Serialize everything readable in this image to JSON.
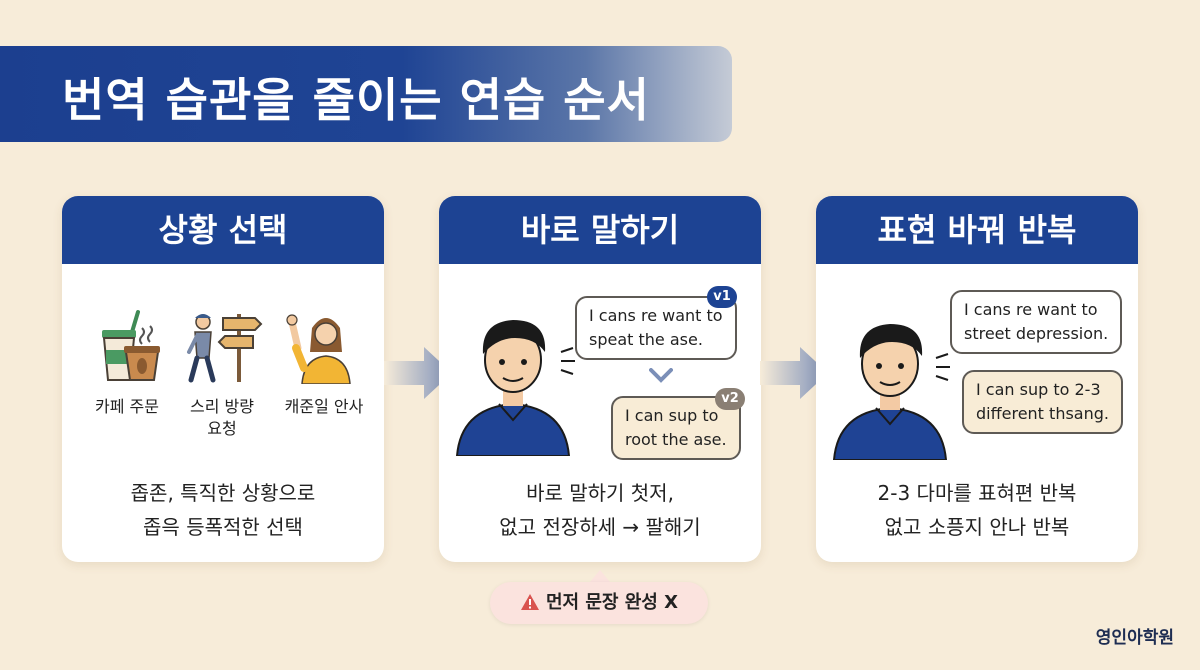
{
  "title": "번역 습관을 줄이는 연습 순서",
  "cards": [
    {
      "header": "상황 선택",
      "scenes": [
        "카페 주문",
        "스리 방량",
        "요청",
        "캐준일 안사"
      ],
      "caption": [
        "좁존, 특직한 상황으로",
        "좁윽 등폭적한 선택"
      ]
    },
    {
      "header": "바로 말하기",
      "bubbles": [
        {
          "badge": "v1",
          "lines": [
            "I cans re want to",
            "speat the ase."
          ]
        },
        {
          "badge": "v2",
          "lines": [
            "I can sup to",
            "root the ase."
          ]
        }
      ],
      "caption": [
        "바로 말하기 첫저,",
        "없고 전장하세 → 팔해기"
      ]
    },
    {
      "header": "표현 바꿔 반복",
      "bubbles": [
        {
          "lines": [
            "I cans re want to",
            "street depression."
          ]
        },
        {
          "lines": [
            "I can sup to 2-3",
            "different thsang."
          ]
        }
      ],
      "caption": [
        "2-3 다마를 표혀편 반복",
        "없고 소픙지 안나 반복"
      ]
    }
  ],
  "warning": "먼저 문장 완성 X",
  "brand": "영인아학원",
  "colors": {
    "background": "#f7ecd9",
    "primary": "#1d4393",
    "card": "#ffffff",
    "warning_bg": "#fbe3de",
    "warning_icon": "#d9534f",
    "arrow": "#8194bb"
  },
  "icons": [
    "coffee-cups-icon",
    "walking-person-signpost-icon",
    "waving-woman-icon",
    "man-speaking-avatar",
    "chevron-down-icon",
    "warning-triangle-icon"
  ]
}
